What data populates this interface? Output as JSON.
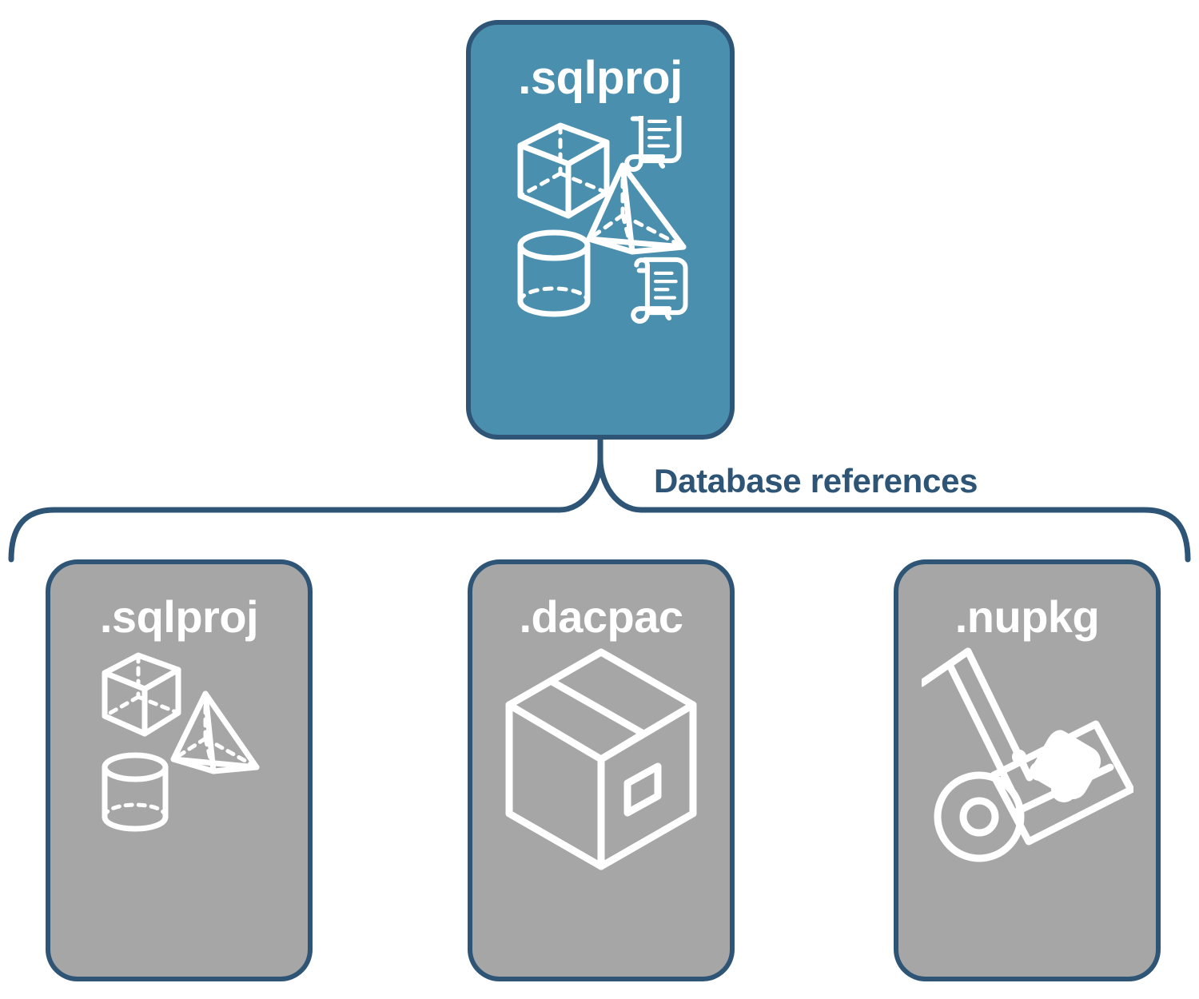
{
  "diagram": {
    "title_text": "Database references",
    "colors": {
      "primary_fill": "#4A8FAE",
      "secondary_fill": "#A6A6A6",
      "outline": "#2E5575",
      "icon_stroke": "#FFFFFF",
      "background": "#FFFFFF"
    }
  },
  "nodes": {
    "root": {
      "label": ".sqlproj",
      "icon": "database-objects-icon",
      "icon_parts": [
        "cube-icon",
        "scroll-icon",
        "pyramid-icon",
        "cylinder-icon",
        "scroll-icon"
      ],
      "fill": "#4A8FAE"
    },
    "children": [
      {
        "label": ".sqlproj",
        "icon": "database-objects-icon",
        "icon_parts": [
          "cube-icon",
          "pyramid-icon",
          "cylinder-icon"
        ],
        "fill": "#A6A6A6"
      },
      {
        "label": ".dacpac",
        "icon": "package-box-icon",
        "icon_parts": [
          "shipping-box-icon"
        ],
        "fill": "#A6A6A6"
      },
      {
        "label": ".nupkg",
        "icon": "hand-truck-icon",
        "icon_parts": [
          "dolly-icon",
          "nuget-package-icon"
        ],
        "fill": "#A6A6A6"
      }
    ]
  },
  "connector": {
    "name": "curly-brace-connector",
    "label": "Database references"
  }
}
